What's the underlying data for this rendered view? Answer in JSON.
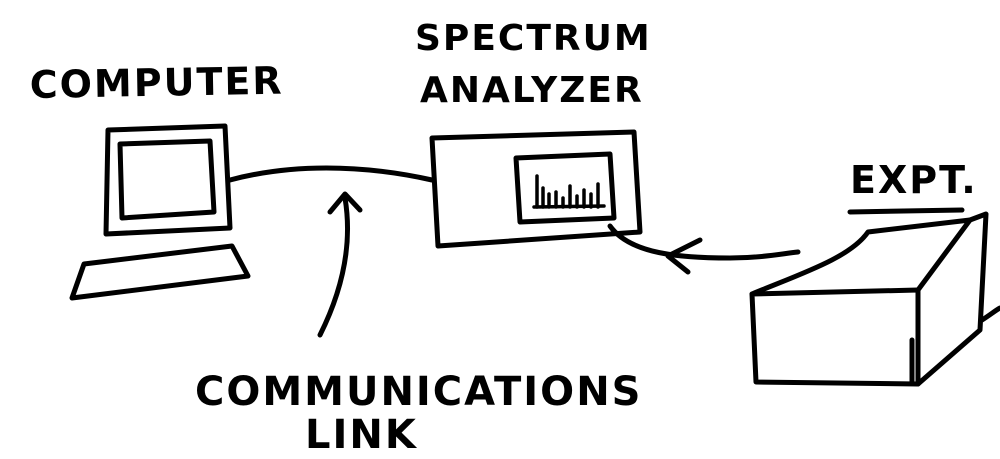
{
  "labels": {
    "computer": "COMPUTER",
    "analyzer_line1": "SPECTRUM",
    "analyzer_line2": "ANALYZER",
    "experiment": "EXPT.",
    "link_line1": "COMMUNICATIONS",
    "link_line2": "LINK"
  },
  "colors": {
    "ink": "#000000",
    "background": "#ffffff"
  }
}
